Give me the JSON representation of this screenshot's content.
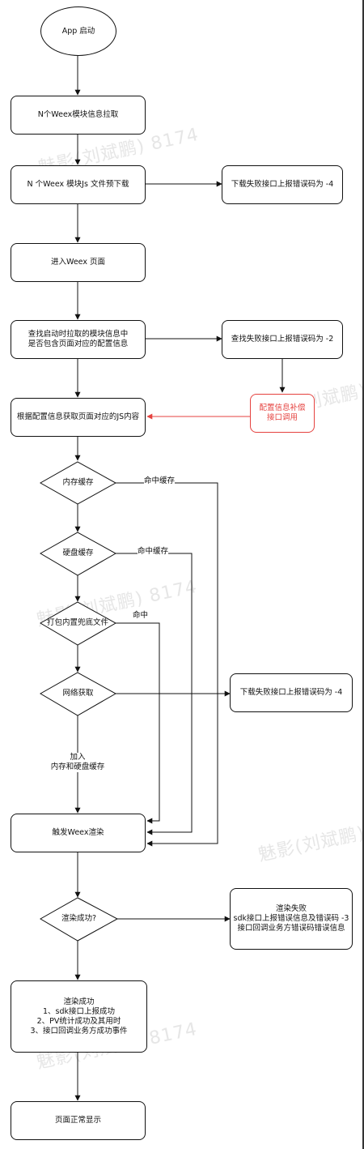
{
  "watermark": "魅影(刘斌鹏) 8174",
  "nodes": {
    "app_start": "App 启动",
    "pull_module_info": "N个Weex模块信息拉取",
    "prefetch_js": "N 个Weex 模块Js 文件预下载",
    "download_fail_1": "下载失败接口上报错误码为 -4",
    "enter_page": "进入Weex 页面",
    "check_config": "查找启动时拉取的模块信息中\n是否包含页面对应的配置信息",
    "find_fail": "查找失败接口上报错误码为 -2",
    "config_supplement": "配置信息补偿\n接口调用",
    "get_js": "根据配置信息获取页面对应的JS内容",
    "memory_cache": "内存缓存",
    "disk_cache": "硬盘缓存",
    "bundled_file": "打包内置兜底文件",
    "network_fetch": "网络获取",
    "download_fail_2": "下载失败接口上报错误码为 -4",
    "trigger_render": "触发Weex渲染",
    "render_success_q": "渲染成功?",
    "render_fail": "渲染失败\nsdk接口上报错误信息及错误码 -3\n接口回调业务方错误码错误信息",
    "render_success": "渲染成功\n1、sdk接口上报成功\n2、PV统计成功及其用时\n3、接口回调业务方成功事件",
    "page_display": "页面正常显示"
  },
  "labels": {
    "hit_cache_1": "命中缓存",
    "hit_cache_2": "命中缓存",
    "hit": "命中",
    "add_cache": "加入\n内存和硬盘缓存"
  },
  "colors": {
    "stroke": "#111111",
    "accent": "#e5423f"
  }
}
